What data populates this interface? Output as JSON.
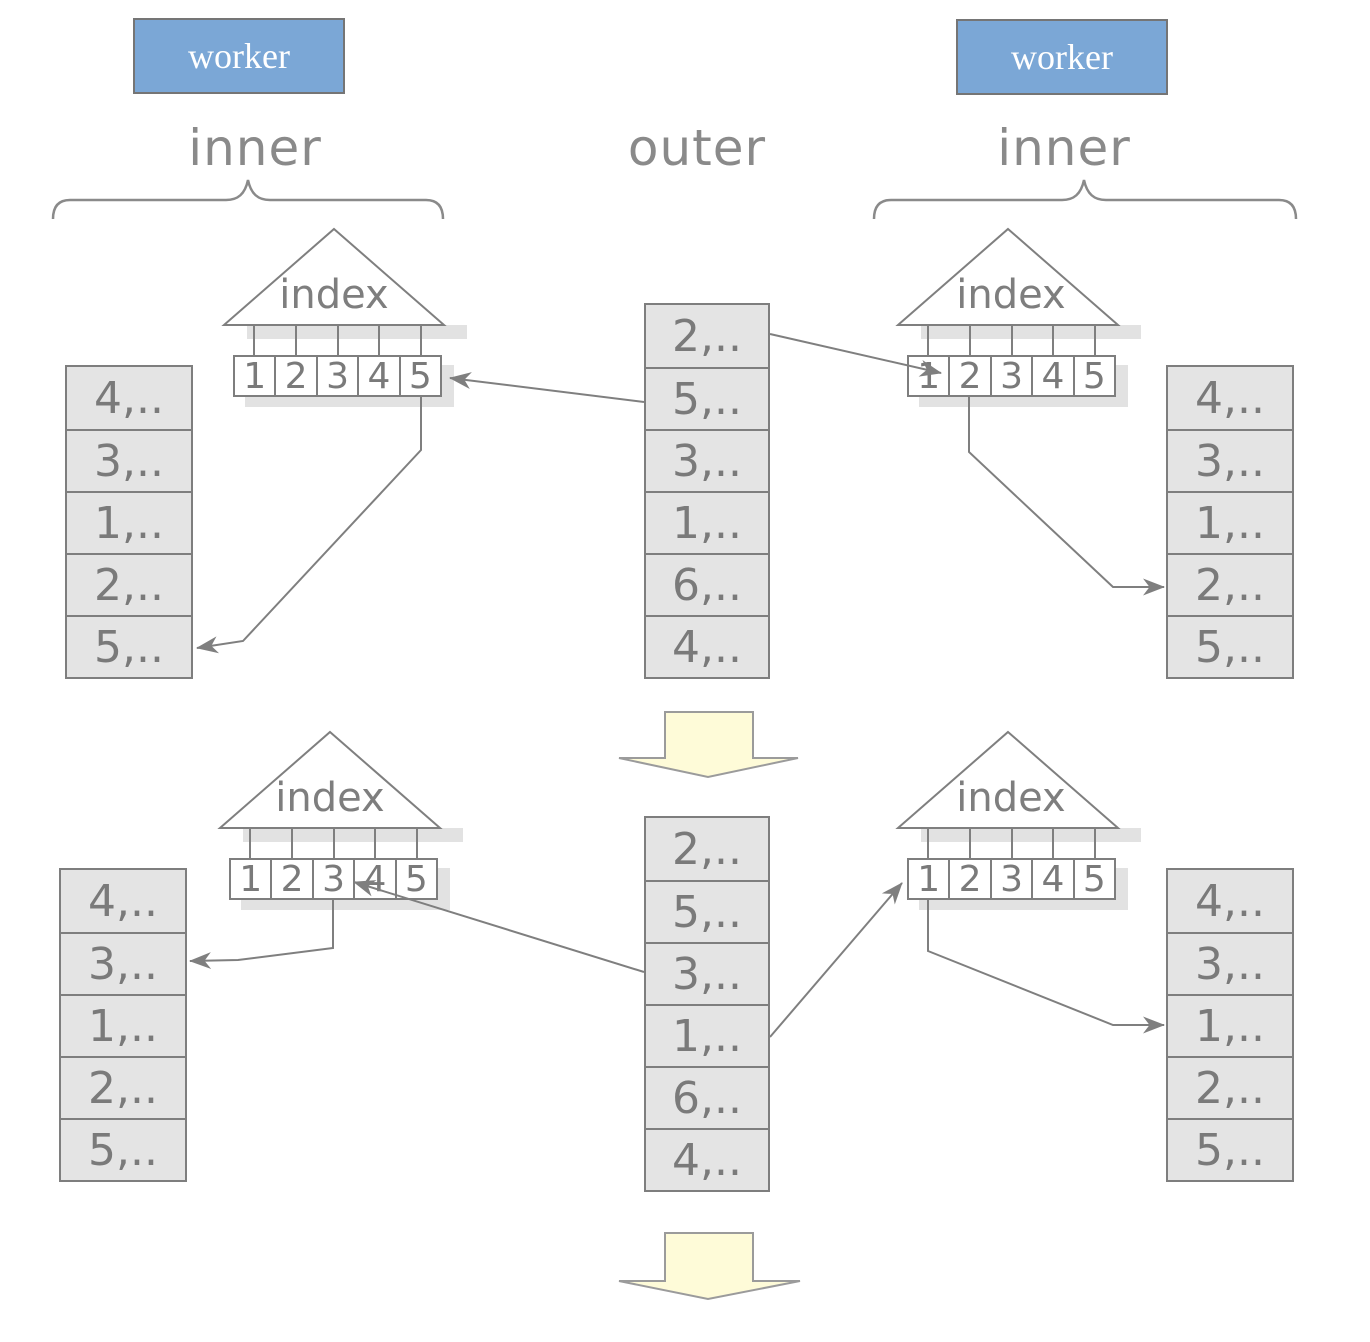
{
  "workers": {
    "left": "worker",
    "right": "worker"
  },
  "column_labels": {
    "inner_left": "inner",
    "outer": "outer",
    "inner_right": "inner"
  },
  "index_label": "index",
  "index_keys": [
    "1",
    "2",
    "3",
    "4",
    "5"
  ],
  "inner_table_rows": [
    "4,..",
    "3,..",
    "1,..",
    "2,..",
    "5,.."
  ],
  "outer_table_rows": [
    "2,..",
    "5,..",
    "3,..",
    "1,..",
    "6,..",
    "4,.."
  ],
  "icons": {
    "flow_arrow_top": "down-arrow",
    "flow_arrow_bottom": "down-arrow",
    "index_shape": "triangle",
    "probe_arrows": "stealth-arrowhead"
  },
  "colors": {
    "worker_fill": "#7BA7D6",
    "worker_border": "#757575",
    "worker_text": "#FFFFFF",
    "label_gray": "#8A8A8A",
    "cell_text_gray": "#7A7A7A",
    "line_gray": "#7F7F7F",
    "box_border_gray": "#7E7E7E",
    "table_fill": "#E4E4E4",
    "shadow_gray": "#E2E2E2",
    "flow_arrow_fill": "#FEFBD8",
    "flow_arrow_border": "#9B9B9B",
    "background": "#FFFFFF"
  }
}
